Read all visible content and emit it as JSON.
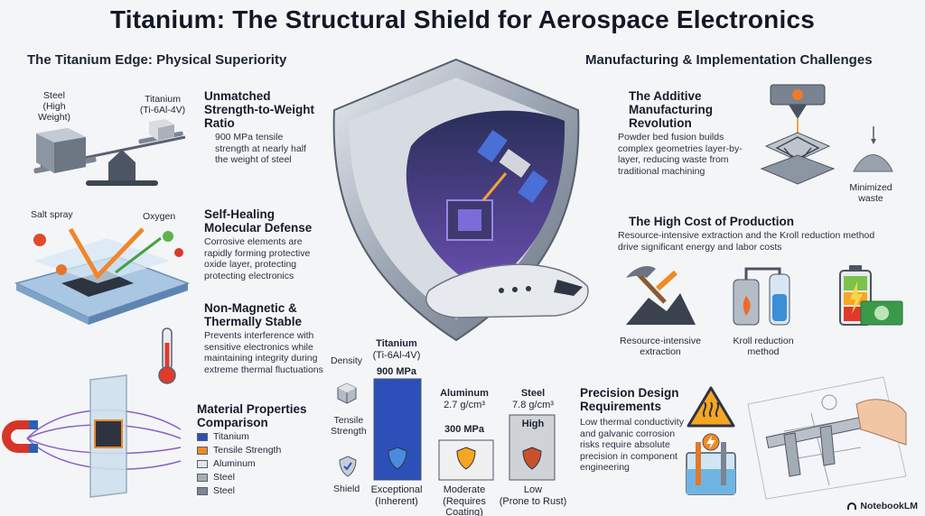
{
  "title": "Titanium: The Structural Shield for Aerospace Electronics",
  "left": {
    "heading": "The Titanium Edge: Physical Superiority",
    "scale": {
      "steel_label": "Steel",
      "steel_sub": "(High Weight)",
      "titanium_label": "Titanium",
      "titanium_sub": "(Ti-6Al-4V)"
    },
    "features": [
      {
        "title_l1": "Unmatched",
        "title_l2": "Strength-to-Weight",
        "title_l3": "Ratio",
        "desc_l1": "900 MPa tensile",
        "desc_l2": "strength at nearly half",
        "desc_l3": "the weight of steel"
      },
      {
        "title_l1": "Self-Healing",
        "title_l2": "Molecular Defense",
        "desc_l1": "Corrosive elements are",
        "desc_l2": "rapidly forming protective",
        "desc_l3": "oxide layer, protecting",
        "desc_l4": "protecting electronics"
      },
      {
        "title_l1": "Non-Magnetic &",
        "title_l2": "Thermally Stable",
        "desc_l1": "Prevents interference with",
        "desc_l2": "sensitive electronics while",
        "desc_l3": "maintaining integrity during",
        "desc_l4": "extreme thermal fluctuations"
      }
    ],
    "corrosion": {
      "salt_label": "Salt spray",
      "oxygen_label": "Oxygen"
    },
    "comparison": {
      "title_l1": "Material Properties",
      "title_l2": "Comparison",
      "legend": [
        "Titanium",
        "Tensile Strength",
        "Aluminum",
        "Steel",
        "Steel"
      ]
    }
  },
  "center_chart": {
    "row_labels": {
      "density": "Density",
      "tensile_l1": "Tensile",
      "tensile_l2": "Strength",
      "shield": "Shield"
    },
    "columns": [
      {
        "name": "Titanium",
        "sub": "(Ti-6Al-4V)",
        "value_label": "900 MPa",
        "shield_l1": "Exceptional",
        "shield_l2": "(Inherent)"
      },
      {
        "name": "Aluminum",
        "sub": "2.7 g/cm³",
        "value_label": "300 MPa",
        "shield_l1": "Moderate",
        "shield_l2": "(Requires Coating)"
      },
      {
        "name": "Steel",
        "sub": "7.8 g/cm³",
        "value_label": "High",
        "shield_l1": "Low",
        "shield_l2": "(Prone to Rust)"
      }
    ]
  },
  "right": {
    "heading": "Manufacturing & Implementation Challenges",
    "additive": {
      "title_l1": "The Additive",
      "title_l2": "Manufacturing",
      "title_l3": "Revolution",
      "desc_l1": "Powder bed fusion builds",
      "desc_l2": "complex geometries layer-by-",
      "desc_l3": "layer, reducing waste from",
      "desc_l4": "traditional machining",
      "waste_l1": "Minimized",
      "waste_l2": "waste"
    },
    "cost": {
      "title": "The High Cost of Production",
      "desc_l1": "Resource-intensive extraction and the Kroll reduction method",
      "desc_l2": "drive significant energy and labor costs",
      "icon1_l1": "Resource-intensive",
      "icon1_l2": "extraction",
      "icon2_l1": "Kroll reduction",
      "icon2_l2": "method"
    },
    "precision": {
      "title_l1": "Precision Design",
      "title_l2": "Requirements",
      "desc_l1": "Low thermal conductivity",
      "desc_l2": "and galvanic corrosion",
      "desc_l3": "risks require absolute",
      "desc_l4": "precision in component",
      "desc_l5": "engineering"
    }
  },
  "watermark": "NotebookLM",
  "colors": {
    "titanium_bar": "#2d4fb8",
    "aluminum_bar": "#f0f0f0",
    "steel_bar": "#cfd3d8",
    "accent_orange": "#f08a24"
  }
}
